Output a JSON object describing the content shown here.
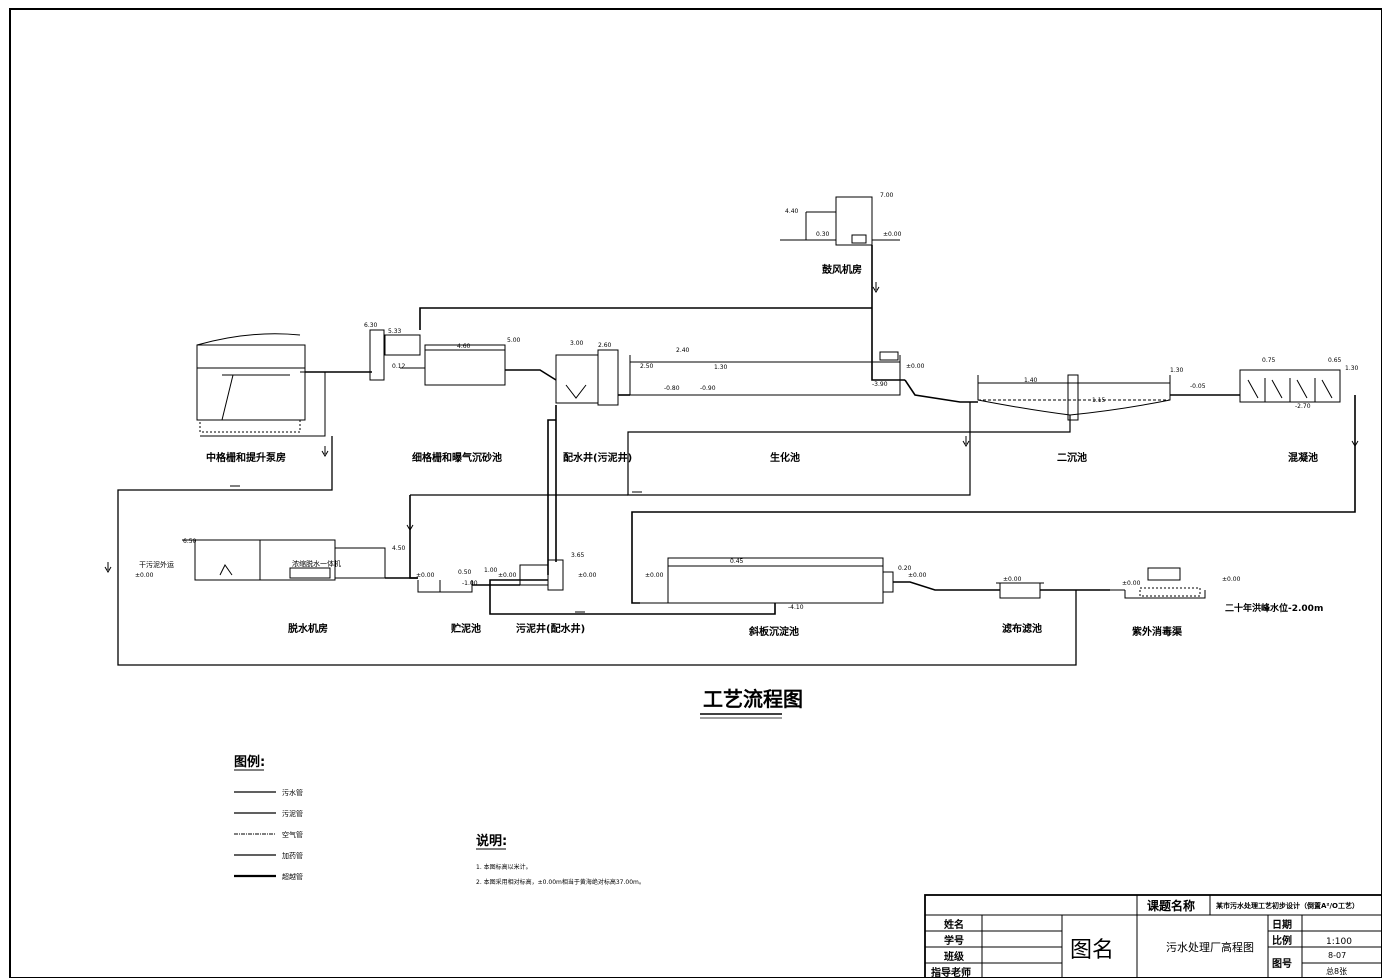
{
  "units": {
    "blower": "鼓风机房",
    "grit": "中格栅和提升泵房",
    "fine": "细格栅和曝气沉砂池",
    "dist1": "配水井(污泥井)",
    "bio": "生化池",
    "sec": "二沉池",
    "coag": "混凝池",
    "dewater": "脱水机房",
    "storage": "贮泥池",
    "sludgewell": "污泥井(配水井)",
    "incline": "斜板沉淀池",
    "filter": "滤布滤池",
    "uv": "紫外消毒渠"
  },
  "inner_labels": {
    "sludge_out": "干污泥外运",
    "dewater_unit": "浓缩脱水一体机",
    "flood": "二十年洪峰水位-2.00m"
  },
  "elev": {
    "e700": "7.00",
    "e440": "4.40",
    "e030": "0.30",
    "e000a": "±0.00",
    "e630": "6.30",
    "e533": "5.33",
    "e500": "5.00",
    "e460": "4.60",
    "e012": "0.12",
    "e300": "3.00",
    "e260": "2.60",
    "e250": "2.50",
    "e240": "2.40",
    "e130": "1.30",
    "en080": "-0.80",
    "en090": "-0.90",
    "e000b": "±0.00",
    "en390": "-3.90",
    "e140": "1.40",
    "e130b": "1.30",
    "e115": "1.15",
    "en050": "-0.05",
    "e075": "0.75",
    "e065": "0.65",
    "e130c": "1.30",
    "en270": "-2.70",
    "e650": "6.50",
    "e000c": "±0.00",
    "e450": "4.50",
    "e000d": "±0.00",
    "e050": "0.50",
    "en100": "-1.00",
    "e100": "1.00",
    "e000e": "±0.00",
    "e365": "3.65",
    "e000f": "±0.00",
    "e045": "0.45",
    "e000g": "±0.00",
    "e020": "0.20",
    "e000h": "±0.00",
    "en410": "-4.10",
    "e000i": "±0.00",
    "e000j": "±0.00",
    "e000k": "±0.00"
  },
  "main_title": "工艺流程图",
  "legend": {
    "title": "图例:",
    "items": [
      "污水管",
      "污泥管",
      "空气管",
      "加药管",
      "超越管"
    ]
  },
  "notes": {
    "title": "说明:",
    "lines": [
      "1. 本图标高以米计。",
      "2. 本图采用相对标高，±0.00m相当于黄海绝对标高37.00m。"
    ]
  },
  "title_block": {
    "project_label": "课题名称",
    "project_value": "某市污水处理工艺初步设计（倒置A²/O工艺）",
    "name_label": "姓名",
    "id_label": "学号",
    "class_label": "班级",
    "advisor_label": "指导老师",
    "drawing_label": "图名",
    "drawing_value": "污水处理厂高程图",
    "date_label": "日期",
    "scale_label": "比例",
    "scale_value": "1:100",
    "number_label": "图号",
    "number_value": "8-07",
    "total_value": "总8张"
  }
}
